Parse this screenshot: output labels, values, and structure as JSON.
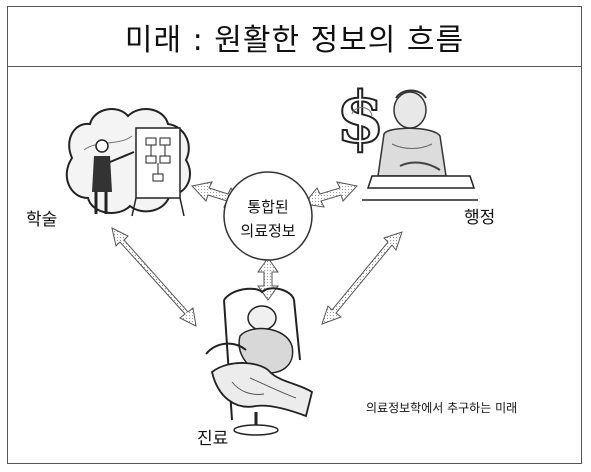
{
  "title": "미래 : 원활한 정보의 흐름",
  "hub": {
    "line1": "통합된",
    "line2": "의료정보"
  },
  "nodes": {
    "academic": {
      "label": "학술",
      "icon": "presenter-at-flowchart-board-icon"
    },
    "admin": {
      "label": "행정",
      "icon": "dollar-sign-businessman-icon"
    },
    "clinical": {
      "label": "진료",
      "icon": "doctor-patient-chair-icon"
    }
  },
  "caption": "의료정보학에서 추구하는 미래"
}
